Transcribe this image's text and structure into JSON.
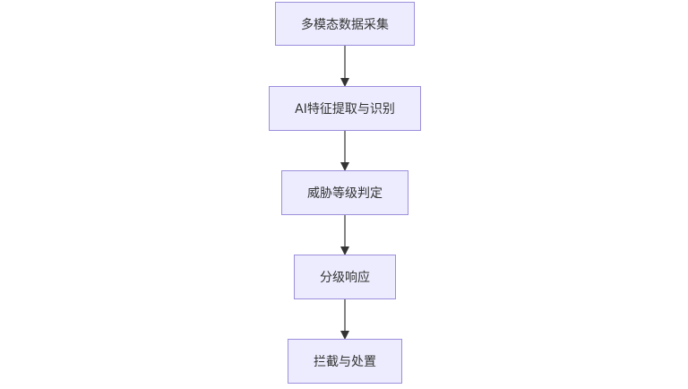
{
  "flowchart": {
    "nodes": [
      {
        "id": "n1",
        "label": "多模态数据采集"
      },
      {
        "id": "n2",
        "label": "AI特征提取与识别"
      },
      {
        "id": "n3",
        "label": "威胁等级判定"
      },
      {
        "id": "n4",
        "label": "分级响应"
      },
      {
        "id": "n5",
        "label": "拦截与处置"
      }
    ],
    "edges": [
      {
        "from": "n1",
        "to": "n2"
      },
      {
        "from": "n2",
        "to": "n3"
      },
      {
        "from": "n3",
        "to": "n4"
      },
      {
        "from": "n4",
        "to": "n5"
      }
    ]
  },
  "colors": {
    "node_fill": "#ececfe",
    "node_border": "#9c8fdc",
    "text": "#333333",
    "edge": "#333333"
  }
}
